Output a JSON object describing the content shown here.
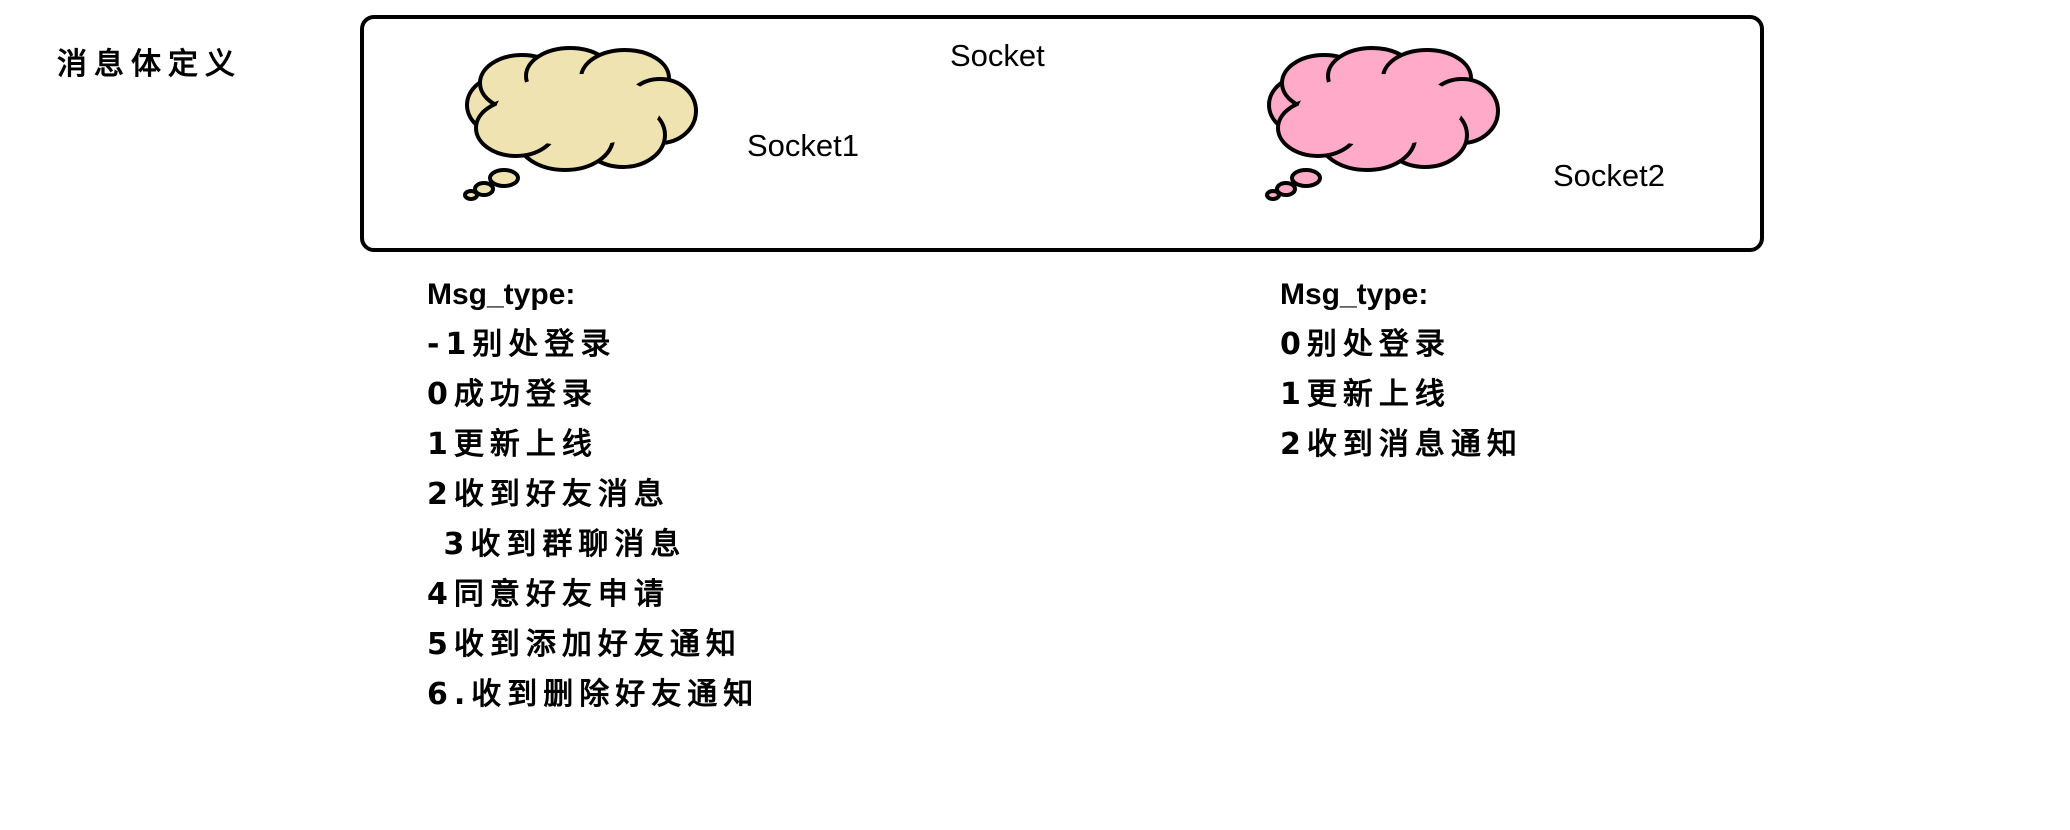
{
  "title": "消息体定义",
  "container": {
    "label": "Socket"
  },
  "clouds": [
    {
      "label": "Socket1",
      "color": "#EFE3B1"
    },
    {
      "label": "Socket2",
      "color": "#FFAAC8"
    }
  ],
  "socket1": {
    "heading": "Msg_type:",
    "items": [
      "-1别处登录",
      "0成功登录",
      "1更新上线",
      "2收到好友消息",
      " 3收到群聊消息",
      "4同意好友申请",
      "5收到添加好友通知",
      "6.收到删除好友通知"
    ]
  },
  "socket2": {
    "heading": "Msg_type:",
    "items": [
      "0别处登录",
      "1更新上线",
      "2收到消息通知"
    ]
  }
}
